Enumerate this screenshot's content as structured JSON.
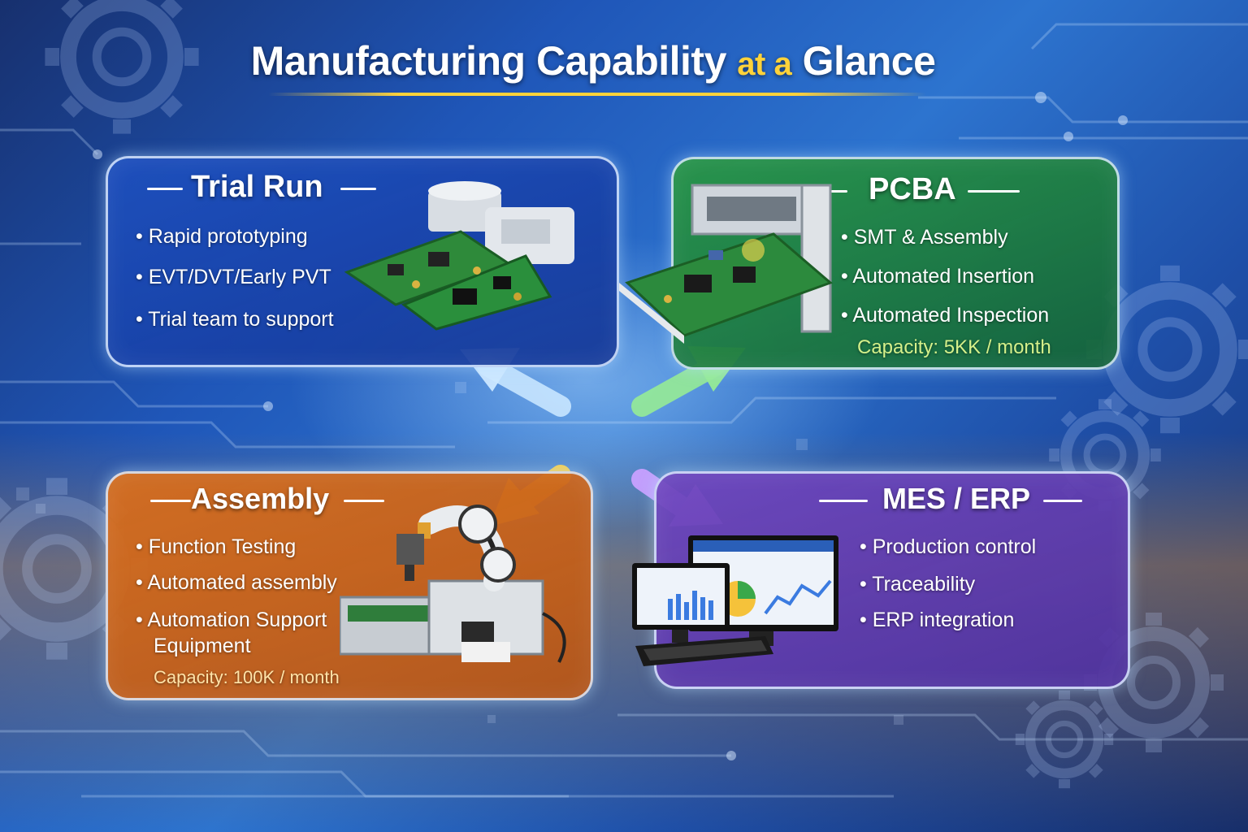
{
  "title": {
    "part1": "Manufacturing Capability ",
    "accent": "at a",
    "part2": " Glance"
  },
  "colors": {
    "accent_yellow": "#ffd23a",
    "trial_blue": "#1e50be",
    "pcba_green": "#28964a",
    "assembly_orange": "#d76e1e",
    "mes_purple": "#6e46be",
    "capacity_green_text": "#d4f08a",
    "capacity_orange_text": "#ffe3a8"
  },
  "panels": {
    "trial_run": {
      "title": "Trial Run",
      "bullets": [
        "Rapid prototyping",
        "EVT/DVT/Early PVT",
        "Trial team to support"
      ],
      "icon": "pcb-board-icon"
    },
    "pcba": {
      "title": "PCBA",
      "bullets": [
        "SMT & Assembly",
        "Automated Insertion",
        "Automated Inspection"
      ],
      "capacity": "Capacity: 5KK / month",
      "icon": "smt-machine-icon"
    },
    "assembly": {
      "title": "Assembly",
      "bullets": [
        "Function Testing",
        "Automated assembly",
        "Automation Support"
      ],
      "bullet_continuation": "Equipment",
      "capacity": "Capacity: 100K / month",
      "icon": "robot-arm-icon"
    },
    "mes_erp": {
      "title": "MES / ERP",
      "bullets": [
        "Production control",
        "Traceability",
        "ERP integration"
      ],
      "icon": "computer-monitor-icon"
    }
  }
}
